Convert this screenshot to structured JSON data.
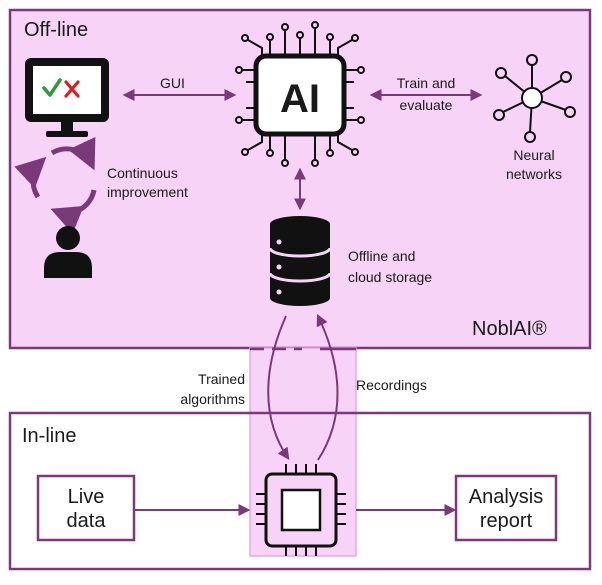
{
  "offline": {
    "title": "Off-line",
    "brand": "NoblAI®",
    "gui_label": "GUI",
    "ai_label": "AI",
    "train_line1": "Train and",
    "train_line2": "evaluate",
    "neural_line1": "Neural",
    "neural_line2": "networks",
    "improve_line1": "Continuous",
    "improve_line2": "improvement",
    "storage_line1": "Offline and",
    "storage_line2": "cloud storage"
  },
  "bridge": {
    "trained_line1": "Trained",
    "trained_line2": "algorithms",
    "recordings": "Recordings"
  },
  "inline": {
    "title": "In-line",
    "live_line1": "Live",
    "live_line2": "data",
    "report_line1": "Analysis",
    "report_line2": "report"
  },
  "colors": {
    "panel_fill": "#f7d4f7",
    "border": "#7a3a7a",
    "arrow": "#7a3a7a",
    "check": "#2e9a3a",
    "cross": "#d42020"
  }
}
